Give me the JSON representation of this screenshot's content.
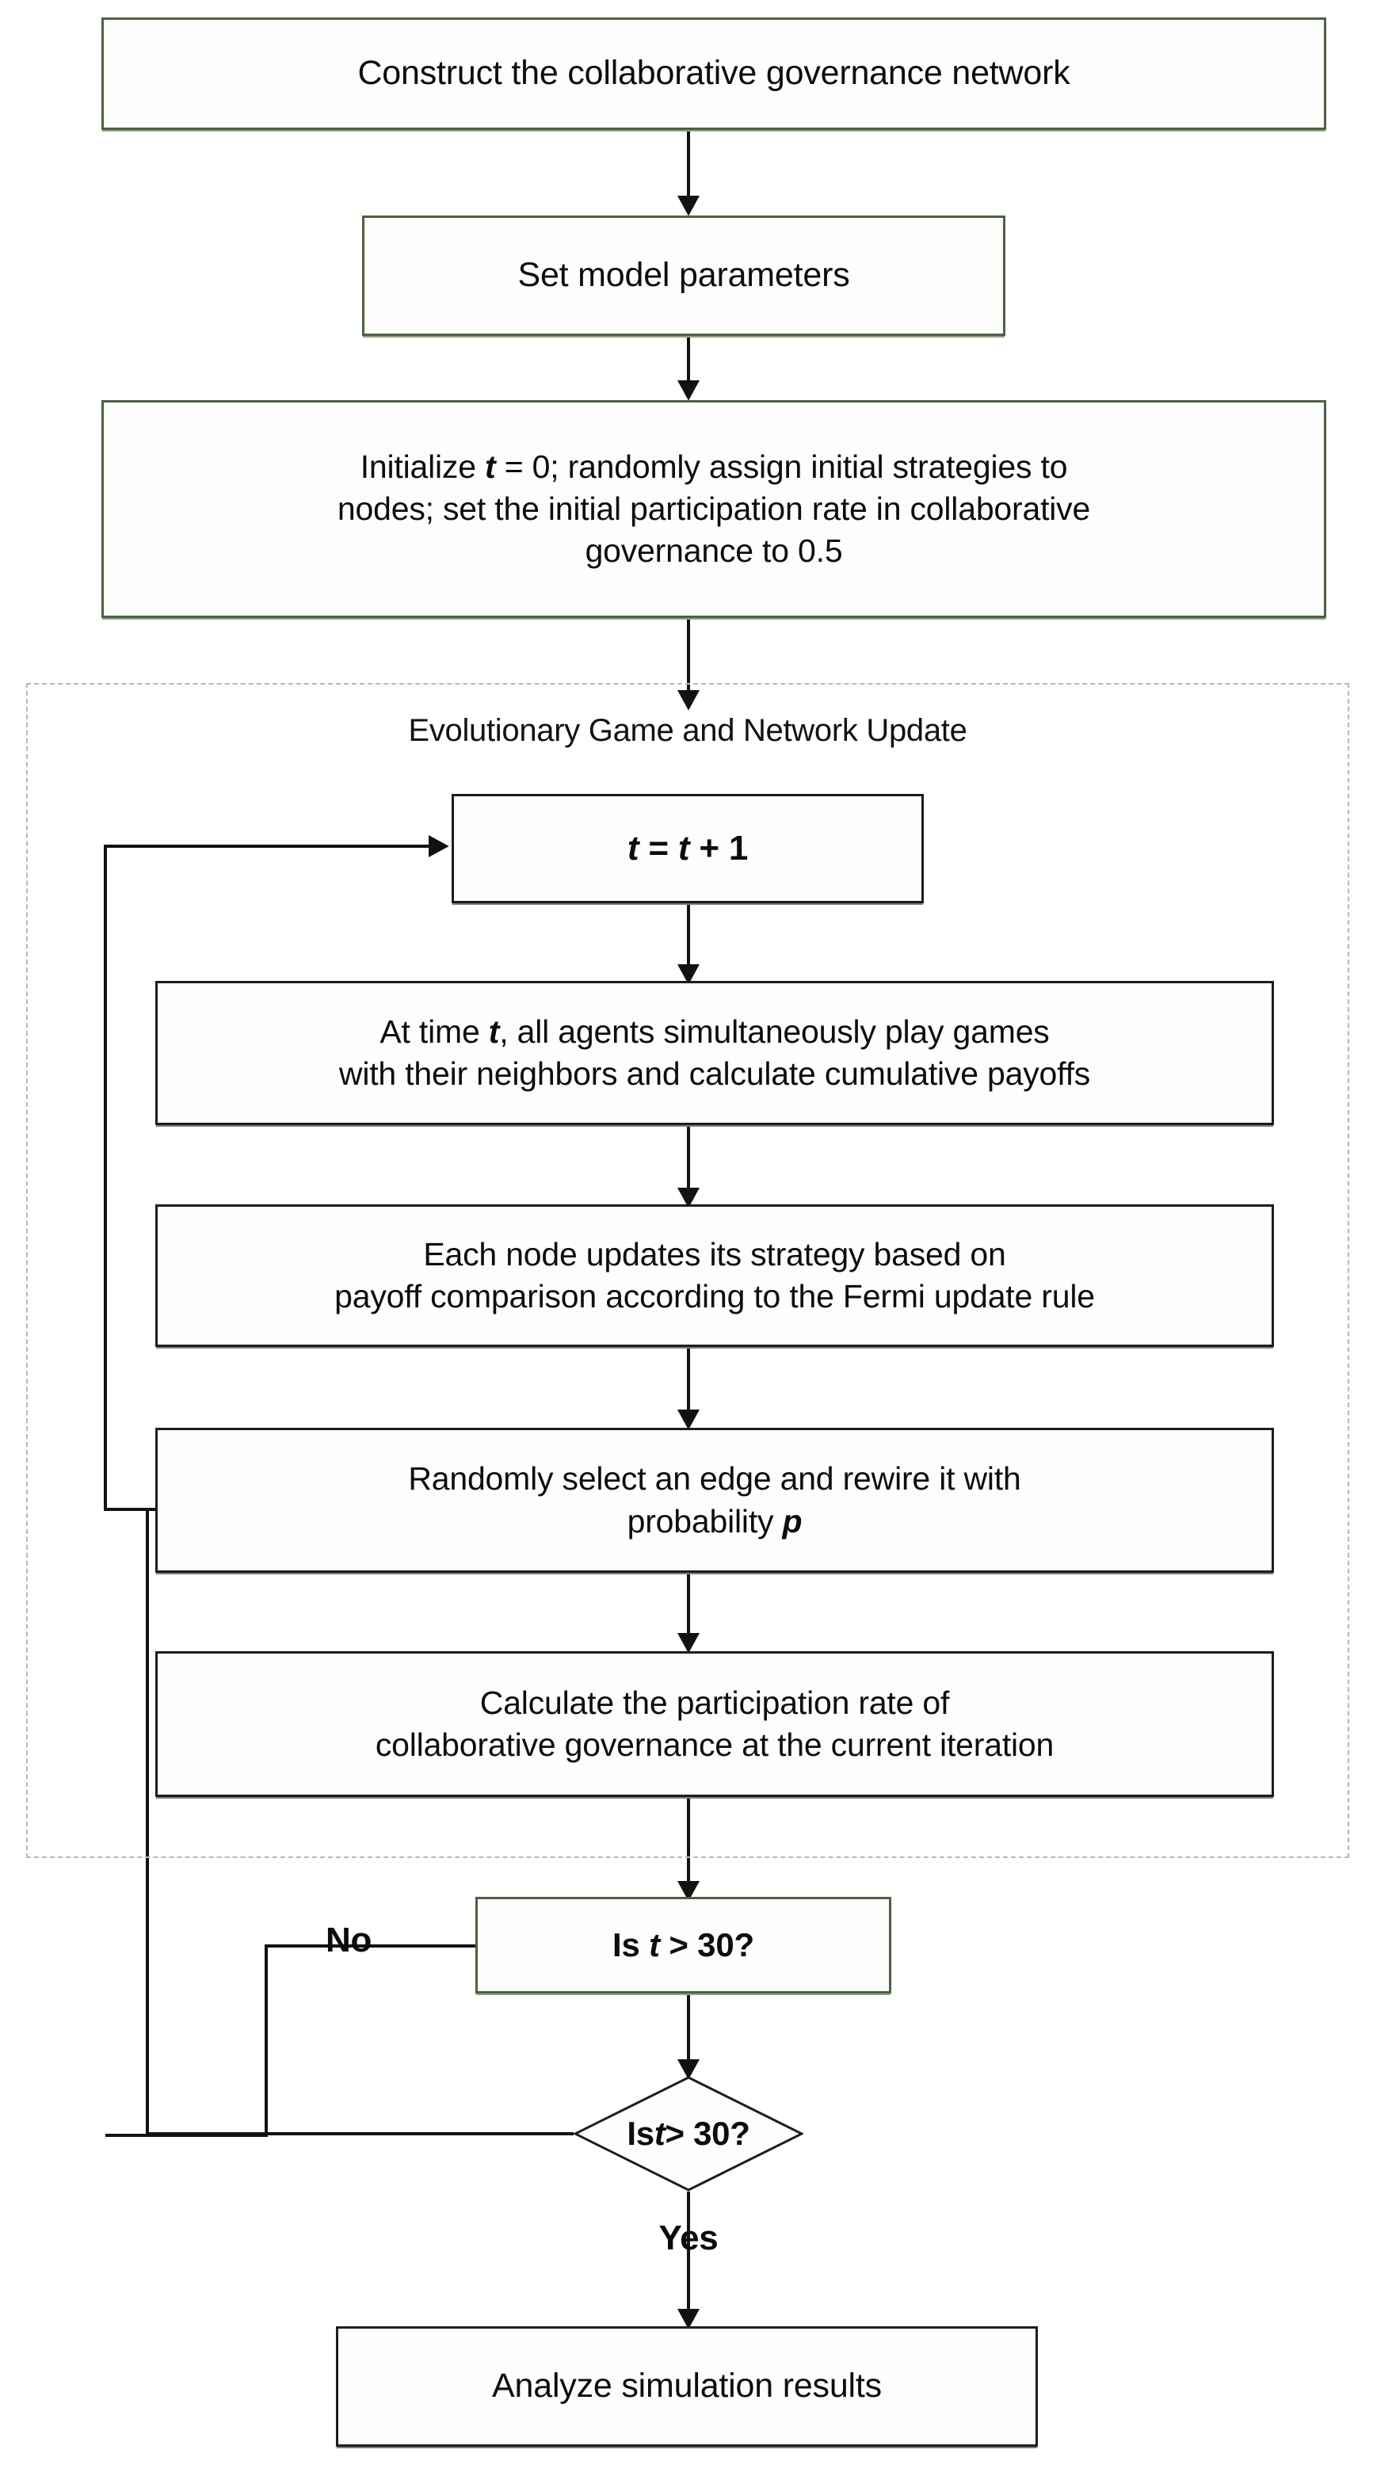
{
  "diagram": {
    "type": "flowchart",
    "title_text": "Evolutionary Game and Network Update",
    "colors": {
      "green_border": "#4c6043",
      "dark_border": "#1d1d1d",
      "dashed_border": "#b9b9b9",
      "node_fill": "#fdfdfb",
      "text": "#0d0d0d"
    },
    "nodes": {
      "construct_network": "Construct the collaborative governance network",
      "set_parameters": "Set model parameters",
      "initialize_line1": "Initialize t = 0; randomly assign initial strategies to",
      "initialize_line2": "nodes; set the initial participation rate in collaborative",
      "initialize_line3": "governance to 0.5",
      "increment_t": "t = t + 1",
      "play_games_line1": "At time t, all agents simultaneously play games",
      "play_games_line2": "with their neighbors and calculate cumulative payoffs",
      "fermi_update_line1": "Each node updates its strategy based on",
      "fermi_update_line2": "payoff comparison according to the Fermi update rule",
      "rewire_line1": "Randomly select an edge and rewire it with",
      "rewire_line2": "probability p",
      "participation_rate_line1": "Calculate the participation rate of",
      "participation_rate_line2": "collaborative governance at the current iteration",
      "decision_box": "Is t > 30?",
      "decision_diamond": "Is t > 30?",
      "analyze_results": "Analyze simulation results"
    },
    "edge_labels": {
      "no": "No",
      "yes": "Yes"
    }
  }
}
